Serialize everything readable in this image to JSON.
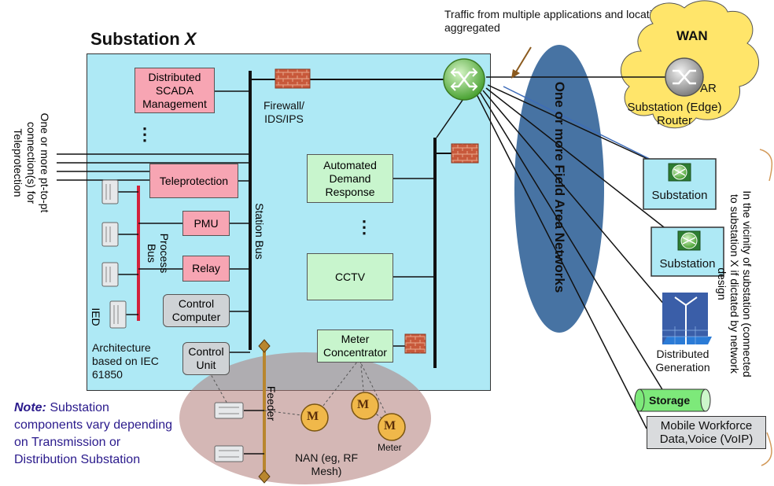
{
  "title": {
    "main": "Substation ",
    "italic": "X"
  },
  "traffic_note": "Traffic from multiple applications and locations aggregated",
  "wan": {
    "label": "WAN",
    "router_label": "AR",
    "edge_router_label": "Substation (Edge) Router"
  },
  "fan_label": "One or more Field Area Networks",
  "teleprotection_conn_label": "One or more pt-to-pt connection(s) for Teleprotection",
  "substation_boxes": {
    "scada": "Distributed SCADA Management",
    "teleprotection": "Teleprotection",
    "pmu": "PMU",
    "relay": "Relay",
    "control_computer": "Control Computer",
    "control_unit": "Control Unit",
    "adr": "Automated Demand Response",
    "cctv": "CCTV",
    "meter_concentrator": "Meter Concentrator",
    "ellipsis_left": "⋮",
    "ellipsis_right": "⋮"
  },
  "firewall_label": "Firewall/ IDS/IPS",
  "station_bus_label": "Station Bus",
  "process_bus_label": "Process Bus",
  "ied_label": "IED",
  "architecture_label": "Architecture based on IEC 61850",
  "feeder_label": "Feeder",
  "nan": {
    "label": "NAN (eg, RF Mesh)",
    "meter_label": "Meter",
    "meter_symbol": "M"
  },
  "note": {
    "bold": "Note:",
    "text": " Substation components vary depending on Transmission or Distribution Substation"
  },
  "right_side": {
    "substation1": "Substation",
    "substation2": "Substation",
    "distributed_generation": "Distributed Generation",
    "storage": "Storage",
    "mobile": "Mobile Workforce Data,Voice (VoIP)",
    "vicinity": "In the vicinity of substation (connected to substation X if dictated by network design"
  },
  "colors": {
    "substation_bg": "#aee9f5",
    "pink_box": "#f7a5b3",
    "green_box": "#c8f5cd",
    "fan_ellipse": "#3d6b9e",
    "nan_ellipse": "#b07c78",
    "wan_cloud": "#ffe56a",
    "router_green": "#6cc04a",
    "process_bus": "#d2223b",
    "feeder": "#b8862e",
    "note_blue": "#2a1a8c"
  }
}
